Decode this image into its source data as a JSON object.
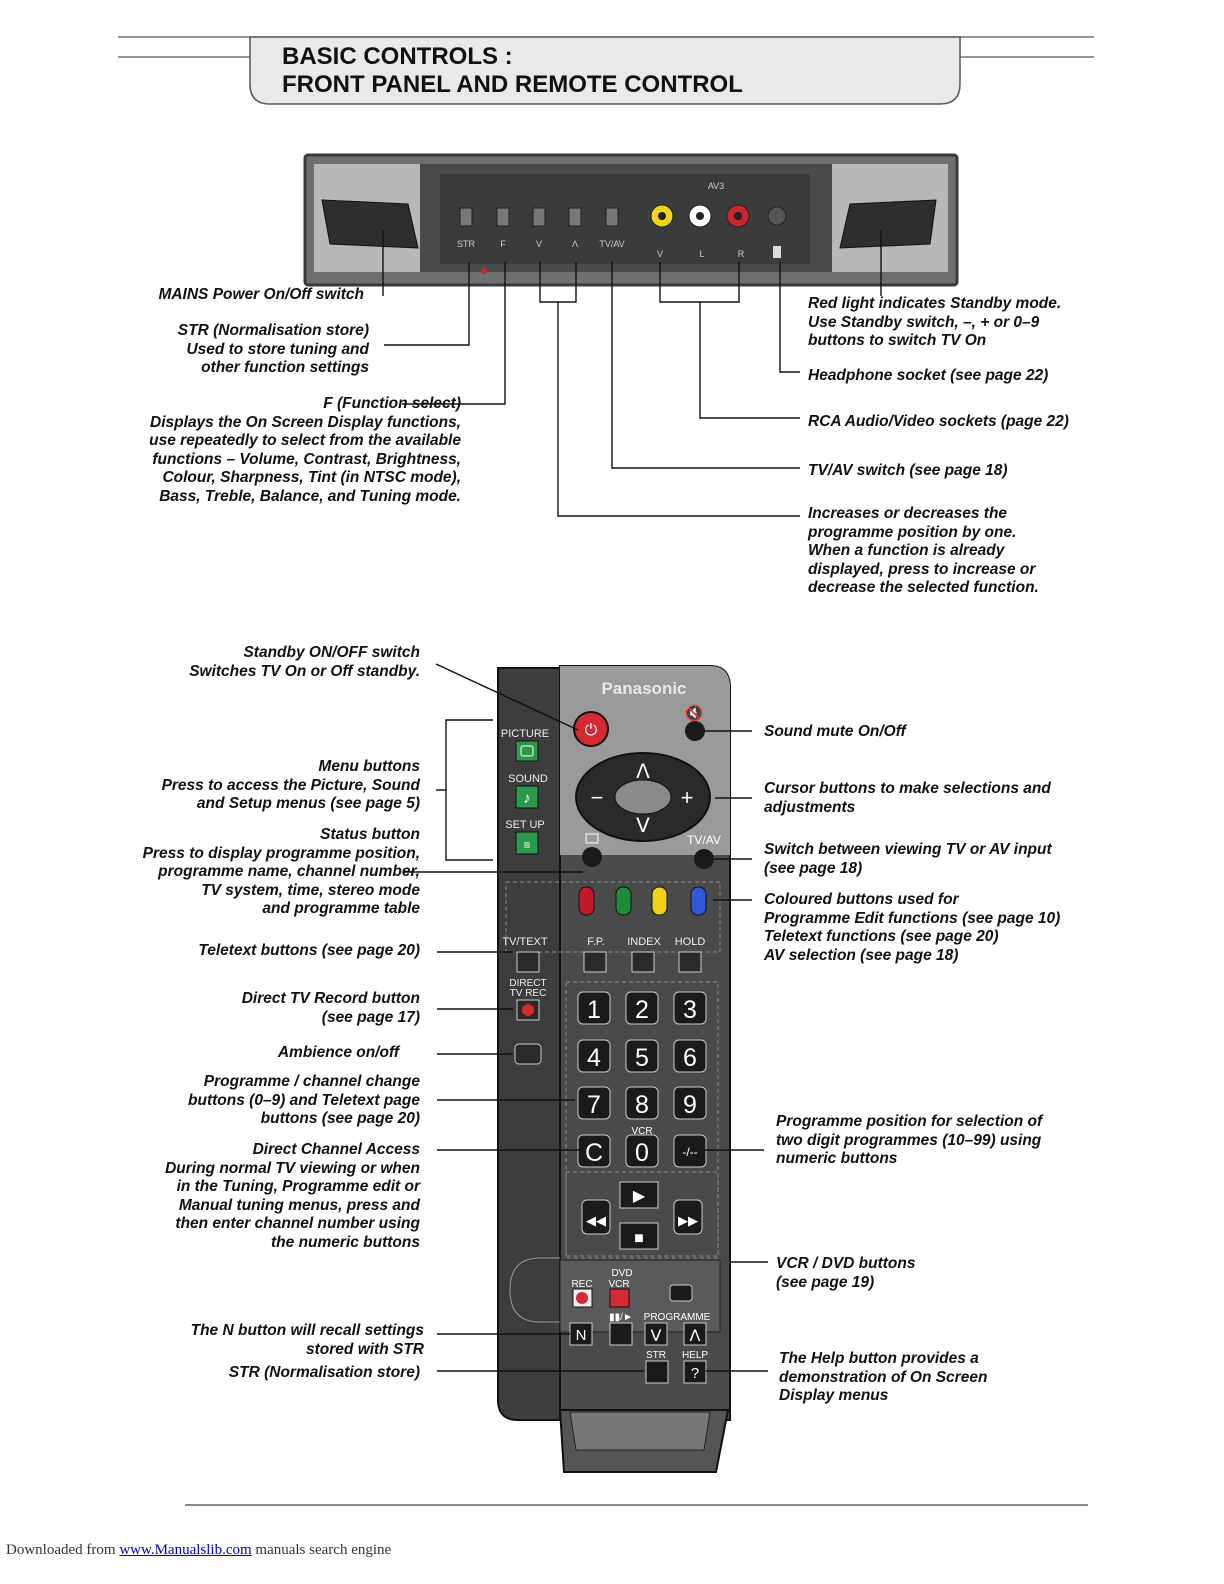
{
  "header": {
    "title": "BASIC CONTROLS :\nFRONT PANEL AND REMOTE CONTROL"
  },
  "panel": {
    "buttons": [
      "STR",
      "F",
      "V",
      "Λ",
      "TV/AV"
    ],
    "sockets_title": "AV3",
    "sockets": [
      "V",
      "L",
      "R"
    ],
    "colors": {
      "video": "#f2d31b",
      "audio_l": "#ffffff",
      "audio_r": "#c8272a"
    }
  },
  "panel_labels": {
    "mains": "MAINS Power On/Off switch",
    "str": "STR (Normalisation store)\nUsed to store tuning and\nother function settings",
    "f": "F (Function select)\nDisplays the On Screen Display functions,\nuse repeatedly to select from the available\nfunctions – Volume, Contrast, Brightness,\nColour, Sharpness, Tint (in NTSC mode),\nBass, Treble, Balance, and Tuning mode.",
    "red_light": "Red light indicates Standby mode.\nUse Standby switch, –, + or 0–9\nbuttons to switch TV On",
    "headphone": "Headphone socket (see page 22)",
    "rca": "RCA Audio/Video sockets (page 22)",
    "tvav": "TV/AV switch (see page 18)",
    "updown": "Increases or decreases the\nprogramme position by one.\nWhen a function is already\ndisplayed, press to increase or\ndecrease the selected function."
  },
  "remote": {
    "brand": "Panasonic",
    "menu": [
      "PICTURE",
      "SOUND",
      "SET  UP"
    ],
    "tvav": "TV/AV",
    "colored": [
      "#c0192a",
      "#1f8a3a",
      "#f0d21a",
      "#2f57d8"
    ],
    "teletext": [
      "TV/TEXT",
      "F.P.",
      "INDEX",
      "HOLD"
    ],
    "direct_rec": "DIRECT\nTV REC",
    "digits": [
      "1",
      "2",
      "3",
      "4",
      "5",
      "6",
      "7",
      "8",
      "9",
      "C",
      "0",
      "-/--"
    ],
    "vcr": "VCR",
    "dvd": "DVD",
    "rec": "REC",
    "vcr2": "VCR",
    "programme": "PROGRAMME",
    "pause": "▮▮/►",
    "n": "N",
    "str": "STR",
    "help": "HELP",
    "question": "?"
  },
  "remote_labels": {
    "standby": "Standby ON/OFF switch\nSwitches TV On or Off standby.",
    "menu": "Menu buttons\nPress to access the Picture, Sound\nand Setup menus (see page 5)",
    "status": "Status button\nPress to display programme position,\nprogramme name, channel number,\nTV system, time, stereo mode\nand programme table",
    "teletext": "Teletext buttons (see page 20)",
    "direct_rec": "Direct TV Record button\n(see page 17)",
    "ambience": "Ambience on/off",
    "progchange": "Programme / channel change\nbuttons (0–9) and Teletext page\nbuttons (see page 20)",
    "direct_channel": "Direct Channel Access\nDuring normal TV viewing or when\nin the Tuning, Programme edit or\nManual tuning menus, press and\nthen enter channel number using\nthe numeric buttons",
    "n_button": "The N button will recall settings\nstored with STR",
    "str": "STR (Normalisation store)",
    "mute": "Sound mute On/Off",
    "cursor": "Cursor buttons to make selections and\nadjustments",
    "tvav_switch": "Switch between viewing TV or AV input\n(see page 18)",
    "colored": "Coloured buttons used for\nProgramme Edit functions (see page 10)\nTeletext functions (see page 20)\nAV selection (see page 18)",
    "two_digit": "Programme position for selection of\ntwo digit programmes (10–99) using\nnumeric buttons",
    "vcrdvd": "VCR / DVD buttons\n(see page 19)",
    "help": "The Help button provides a\ndemonstration of On Screen\nDisplay menus"
  },
  "footer": {
    "prefix": "Downloaded from ",
    "link": "www.Manualslib.com",
    "suffix": "  manuals search engine"
  }
}
